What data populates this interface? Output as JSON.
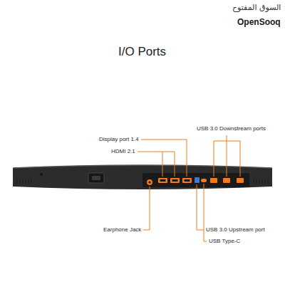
{
  "diagram": {
    "title": "I/O Ports",
    "labels": [
      "السوق المفتوح",
      "OpenSooq",
      "USB 3.0 Downstream ports",
      "Display port 1.4",
      "HDMI 2.1",
      "Earphone Jack",
      "USB 3.0 Upstream port",
      "USB Type-C"
    ]
  }
}
